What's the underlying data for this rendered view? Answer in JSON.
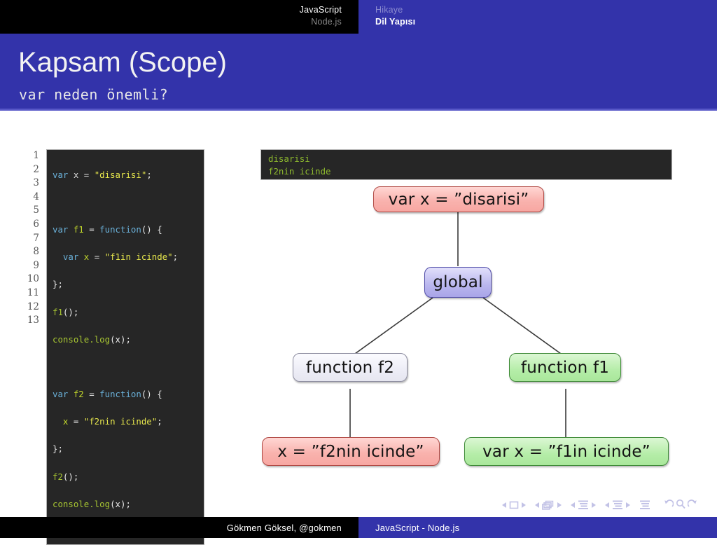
{
  "header": {
    "left_line1": "JavaScript",
    "left_line2": "Node.js",
    "right_line1": "Hikaye",
    "right_line2": "Dil Yapısı"
  },
  "title": {
    "heading": "Kapsam (Scope)",
    "subheading": "var neden önemli?"
  },
  "code": {
    "line_numbers": [
      "1",
      "2",
      "3",
      "4",
      "5",
      "6",
      "7",
      "8",
      "9",
      "10",
      "11",
      "12",
      "13"
    ],
    "lines": [
      "var x = \"disarisi\";",
      "",
      "var f1 = function() {",
      "  var x = \"f1in icinde\";",
      "};",
      "f1();",
      "console.log(x);",
      "",
      "var f2 = function() {",
      "  x = \"f2nin icinde\";",
      "};",
      "f2();",
      "console.log(x);"
    ],
    "tokens": {
      "l1": [
        "var",
        " x ",
        "= ",
        "\"disarisi\"",
        ";"
      ],
      "l3": [
        "var",
        " f1 ",
        "= ",
        "function",
        "() {"
      ],
      "l4": [
        "  var",
        " x ",
        "= ",
        "\"f1in icinde\"",
        ";"
      ],
      "l5": "};",
      "l6": [
        "f1",
        "();"
      ],
      "l7": [
        "console.log",
        "(x);"
      ],
      "l9": [
        "var",
        " f2 ",
        "= ",
        "function",
        "() {"
      ],
      "l10": [
        "  x ",
        "= ",
        "\"f2nin icinde\"",
        ";"
      ],
      "l11": "};",
      "l12": [
        "f2",
        "();"
      ],
      "l13": [
        "console.log",
        "(x);"
      ]
    }
  },
  "console_output": {
    "line1": "disarisi",
    "line2": "f2nin icinde"
  },
  "diagram": {
    "nodes": [
      {
        "id": "outer-var",
        "label": "var x = ”disarisi”",
        "color": "red"
      },
      {
        "id": "global",
        "label": "global",
        "color": "purple"
      },
      {
        "id": "function-f2",
        "label": "function f2",
        "color": "white"
      },
      {
        "id": "function-f1",
        "label": "function f1",
        "color": "green"
      },
      {
        "id": "f2-assign",
        "label": "x = ”f2nin icinde”",
        "color": "red"
      },
      {
        "id": "f1-var",
        "label": "var x = ”f1in icinde”",
        "color": "green"
      }
    ]
  },
  "nav": {
    "symbols": [
      "prev-slide",
      "slide-frame",
      "next-slide",
      "prev-frame",
      "frames-stack",
      "next-frame",
      "prev-subsection",
      "subsection-lines",
      "next-subsection",
      "prev-section",
      "section-lines",
      "next-section",
      "document-lines",
      "back-arrow",
      "search-glyph",
      "forward-arrow"
    ]
  },
  "footer": {
    "author": "Gökmen Göksel, @gokmen",
    "topic": "JavaScript - Node.js"
  },
  "colors": {
    "brand_blue": "#3333aa",
    "brand_blue_light": "#5757c7",
    "code_bg": "#262626",
    "console_green": "#8fbb2e"
  }
}
